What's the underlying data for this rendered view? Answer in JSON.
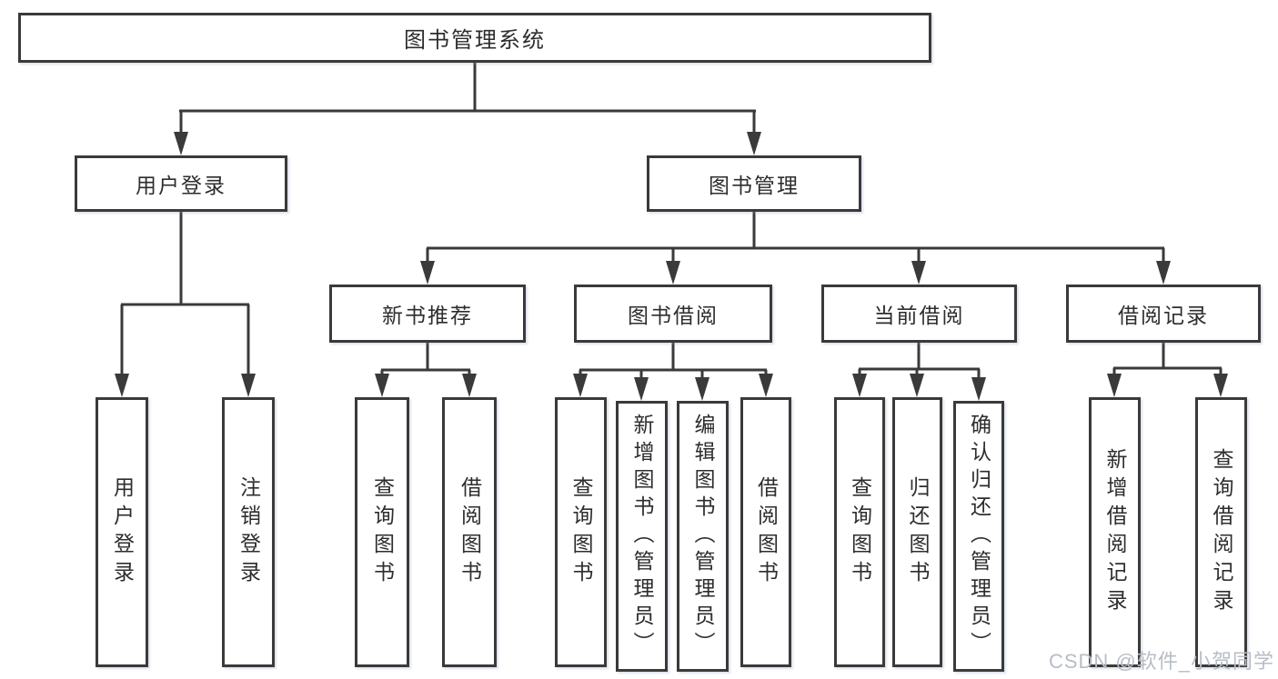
{
  "tree": {
    "label": "图书管理系统",
    "children": [
      {
        "label": "用户登录",
        "children": [
          {
            "label": "用户登录"
          },
          {
            "label": "注销登录"
          }
        ]
      },
      {
        "label": "图书管理",
        "children": [
          {
            "label": "新书推荐",
            "children": [
              {
                "label": "查询图书"
              },
              {
                "label": "借阅图书"
              }
            ]
          },
          {
            "label": "图书借阅",
            "children": [
              {
                "label": "查询图书"
              },
              {
                "label": "新增图书（管理员）"
              },
              {
                "label": "编辑图书（管理员）"
              },
              {
                "label": "借阅图书"
              }
            ]
          },
          {
            "label": "当前借阅",
            "children": [
              {
                "label": "查询图书"
              },
              {
                "label": "归还图书"
              },
              {
                "label": "确认归还（管理员）"
              }
            ]
          },
          {
            "label": "借阅记录",
            "children": [
              {
                "label": "新增借阅记录"
              },
              {
                "label": "查询借阅记录"
              }
            ]
          }
        ]
      }
    ]
  },
  "watermark": {
    "text": "CSDN @软件_小贺同学"
  },
  "colors": {
    "line": "#3a3a3a",
    "box_border": "#3a3a3a",
    "text": "#2d2d2d",
    "background": "#ffffff",
    "watermark": "#b7bdc6"
  }
}
